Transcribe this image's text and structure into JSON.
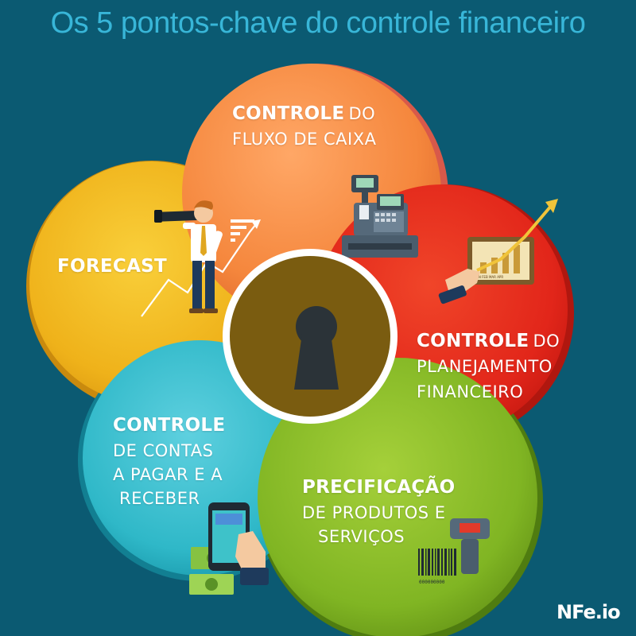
{
  "title": "Os 5 pontos-chave do controle financeiro",
  "segments": {
    "caixa": {
      "bold": "CONTROLE",
      "line1": "DO",
      "line2": "FLUXO DE CAIXA",
      "color": "#f5893f",
      "icon": "cash-register-icon"
    },
    "forecast": {
      "bold": "FORECAST",
      "color": "#f0b820",
      "icon": "businessman-telescope-icon"
    },
    "planejamento": {
      "bold": "CONTROLE",
      "line1": "DO",
      "line2": "PLANEJAMENTO",
      "line3": "FINANCEIRO",
      "color": "#e2261a",
      "icon": "growth-chart-tablet-icon",
      "chart_months": [
        "JAN",
        "FEB",
        "MAR",
        "APR"
      ]
    },
    "contas": {
      "bold": "CONTROLE",
      "line1": "DE CONTAS",
      "line2": "A PAGAR E A",
      "line3": "RECEBER",
      "color": "#2fb8c8",
      "icon": "smartphone-money-icon"
    },
    "precificacao": {
      "bold": "PRECIFICAÇÃO",
      "line1": "DE PRODUTOS E",
      "line2": "SERVIÇOS",
      "color": "#7fb523",
      "icon": "barcode-scanner-icon",
      "barcode_digits": "000000000"
    }
  },
  "center": {
    "icon": "keyhole-icon",
    "color": "#7a5c10"
  },
  "logo": "NFe.io"
}
